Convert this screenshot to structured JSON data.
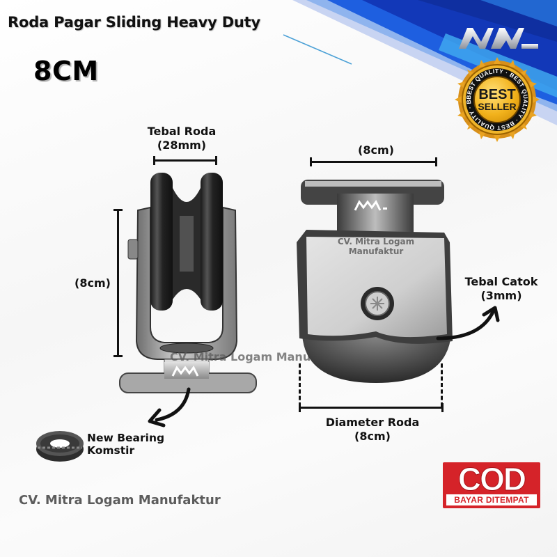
{
  "header": {
    "title": "Roda Pagar Sliding Heavy Duty",
    "size": "8CM"
  },
  "brand": {
    "logo_text": "NML",
    "colors": {
      "blue_dark": "#1238b8",
      "blue_mid": "#1e5fe0",
      "blue_light": "#3fa7ee"
    }
  },
  "badge": {
    "main": "BEST",
    "sub": "SELLER",
    "ring_text": "BEST QUALITY",
    "colors": {
      "gold": "#f2b21c",
      "ring": "#111111"
    }
  },
  "left_product": {
    "thickness_label": "Tebal Roda",
    "thickness_value": "(28mm)",
    "height_value": "(8cm)",
    "bearing_label_line1": "New Bearing",
    "bearing_label_line2": "Komstir"
  },
  "right_product": {
    "width_value": "(8cm)",
    "plate_watermark_line1": "CV. Mitra Logam",
    "plate_watermark_line2": "Manufaktur",
    "catok_label": "Tebal Catok",
    "catok_value": "(3mm)",
    "diameter_label": "Diameter Roda",
    "diameter_value": "(8cm)"
  },
  "watermark": "CV. Mitra Logam Manufaktur",
  "footer": {
    "company": "CV. Mitra Logam Manufaktur"
  },
  "cod": {
    "main": "COD",
    "sub": "BAYAR DITEMPAT",
    "color": "#d52329"
  }
}
